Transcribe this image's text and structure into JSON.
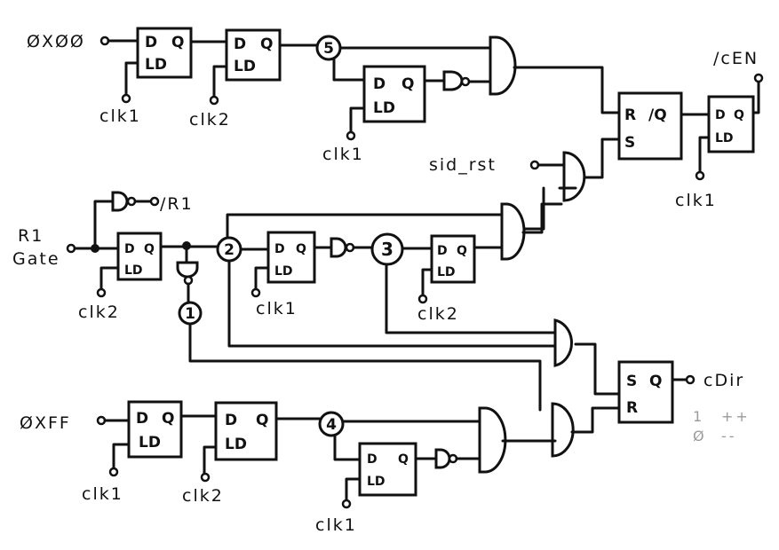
{
  "diagram": {
    "inputs": {
      "top": "ØXØØ",
      "bottom": "ØXFF",
      "r1_line1": "R1",
      "r1_line2": "Gate",
      "sid_rst": "sid_rst"
    },
    "outputs": {
      "cen": "/cEN",
      "r1": "/R1",
      "cdir": "cDir"
    },
    "clocks": {
      "clk1": "clk1",
      "clk2": "clk2"
    },
    "flipflop_pins": {
      "d": "D",
      "q": "Q",
      "ld": "LD"
    },
    "latch_top_pins": {
      "r": "R",
      "nq": "/Q",
      "s": "S"
    },
    "latch_bottom_pins": {
      "s": "S",
      "q": "Q",
      "r": "R"
    },
    "nodes": [
      "1",
      "2",
      "3",
      "4",
      "5"
    ],
    "legend": {
      "row1_value": "1",
      "row1_meaning": "++",
      "row2_value": "Ø",
      "row2_meaning": "--"
    }
  }
}
